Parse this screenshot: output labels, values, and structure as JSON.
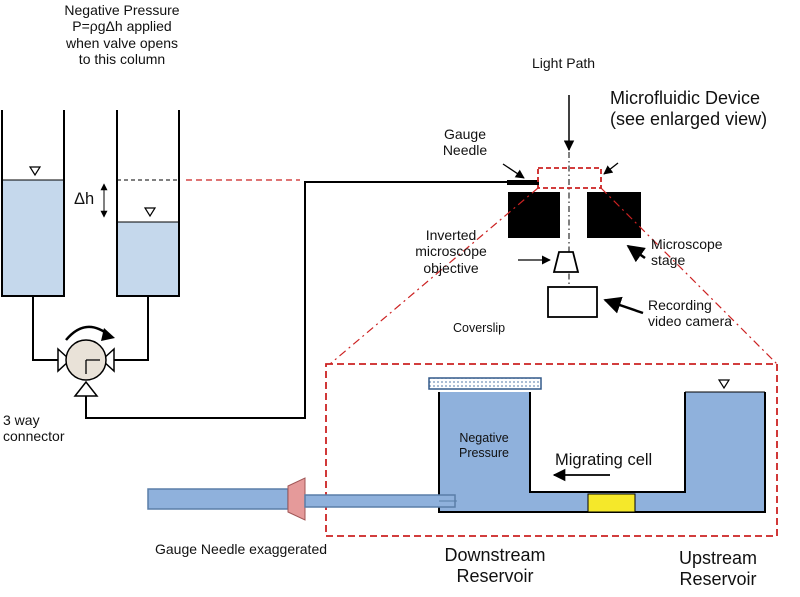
{
  "labels": {
    "negative_pressure_header": [
      "Negative Pressure",
      "P=ρgΔh applied",
      "when valve opens",
      "to this column"
    ],
    "delta_h": "Δh",
    "light_path": "Light Path",
    "microfluidic_device": [
      "Microfluidic Device",
      "(see enlarged view)"
    ],
    "gauge_needle": [
      "Gauge",
      "Needle"
    ],
    "inverted_objective": [
      "Inverted",
      "microscope",
      "objective"
    ],
    "microscope_stage": [
      "Microscope",
      "stage"
    ],
    "recording_camera": [
      "Recording",
      "video camera"
    ],
    "coverslip": "Coverslip",
    "negative_pressure_inset": [
      "Negative",
      "Pressure"
    ],
    "migrating_cell": "Migrating cell",
    "three_way_connector": [
      "3 way",
      "connector"
    ],
    "gauge_needle_exaggerated": "Gauge Needle exaggerated",
    "downstream_reservoir": [
      "Downstream",
      "Reservoir"
    ],
    "upstream_reservoir": [
      "Upstream",
      "Reservoir"
    ]
  },
  "colors": {
    "fluid": "#c5d8ec",
    "fluid_inset": "#8fb1dc",
    "needle_tube": "#8fb1dc",
    "needle_hub": "#e59a9a",
    "cell": "#f5e82a",
    "dash_red": "#cc2222",
    "stage_block": "#000000",
    "valve": "#e9e2d8"
  }
}
